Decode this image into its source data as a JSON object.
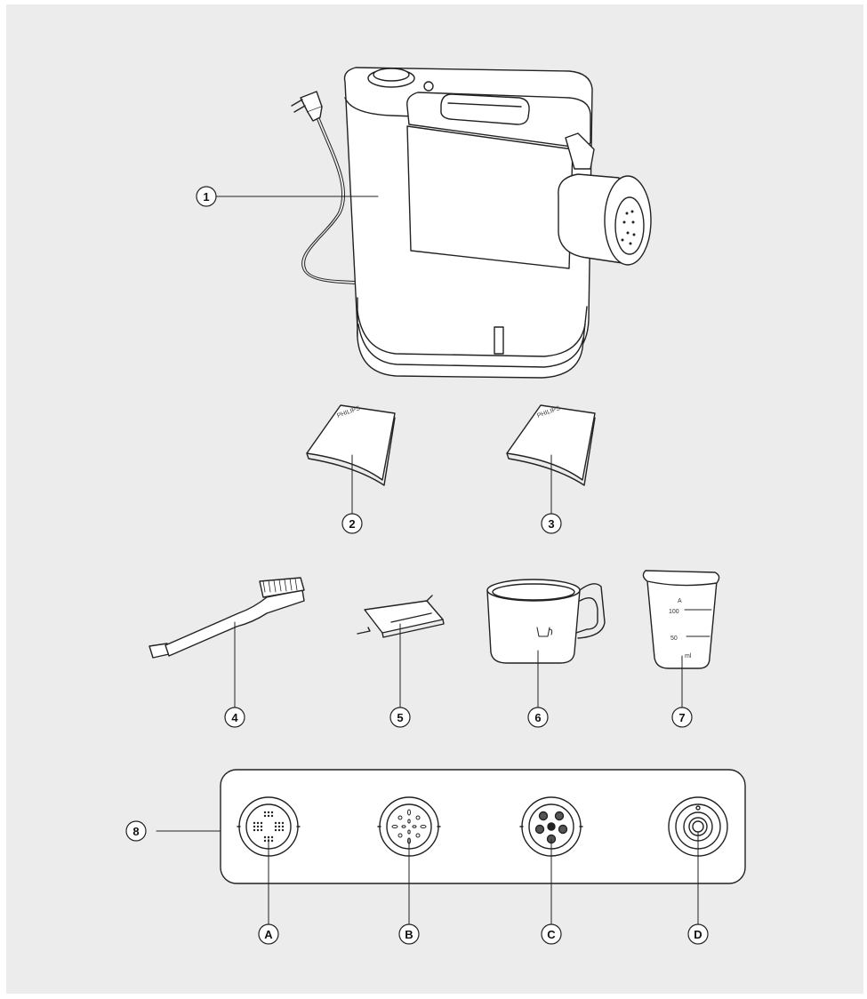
{
  "callouts": {
    "c1": "1",
    "c2": "2",
    "c3": "3",
    "c4": "4",
    "c5": "5",
    "c6": "6",
    "c7": "7",
    "c8": "8",
    "cA": "A",
    "cB": "B",
    "cC": "C",
    "cD": "D"
  },
  "manual_brand": "PHILIPS",
  "beaker_marks": {
    "cup_letter": "A",
    "upper_value": "100",
    "lower_value": "50",
    "unit": "ml"
  },
  "colors": {
    "background": "#ececec",
    "line": "#222222",
    "fill": "#ffffff"
  }
}
